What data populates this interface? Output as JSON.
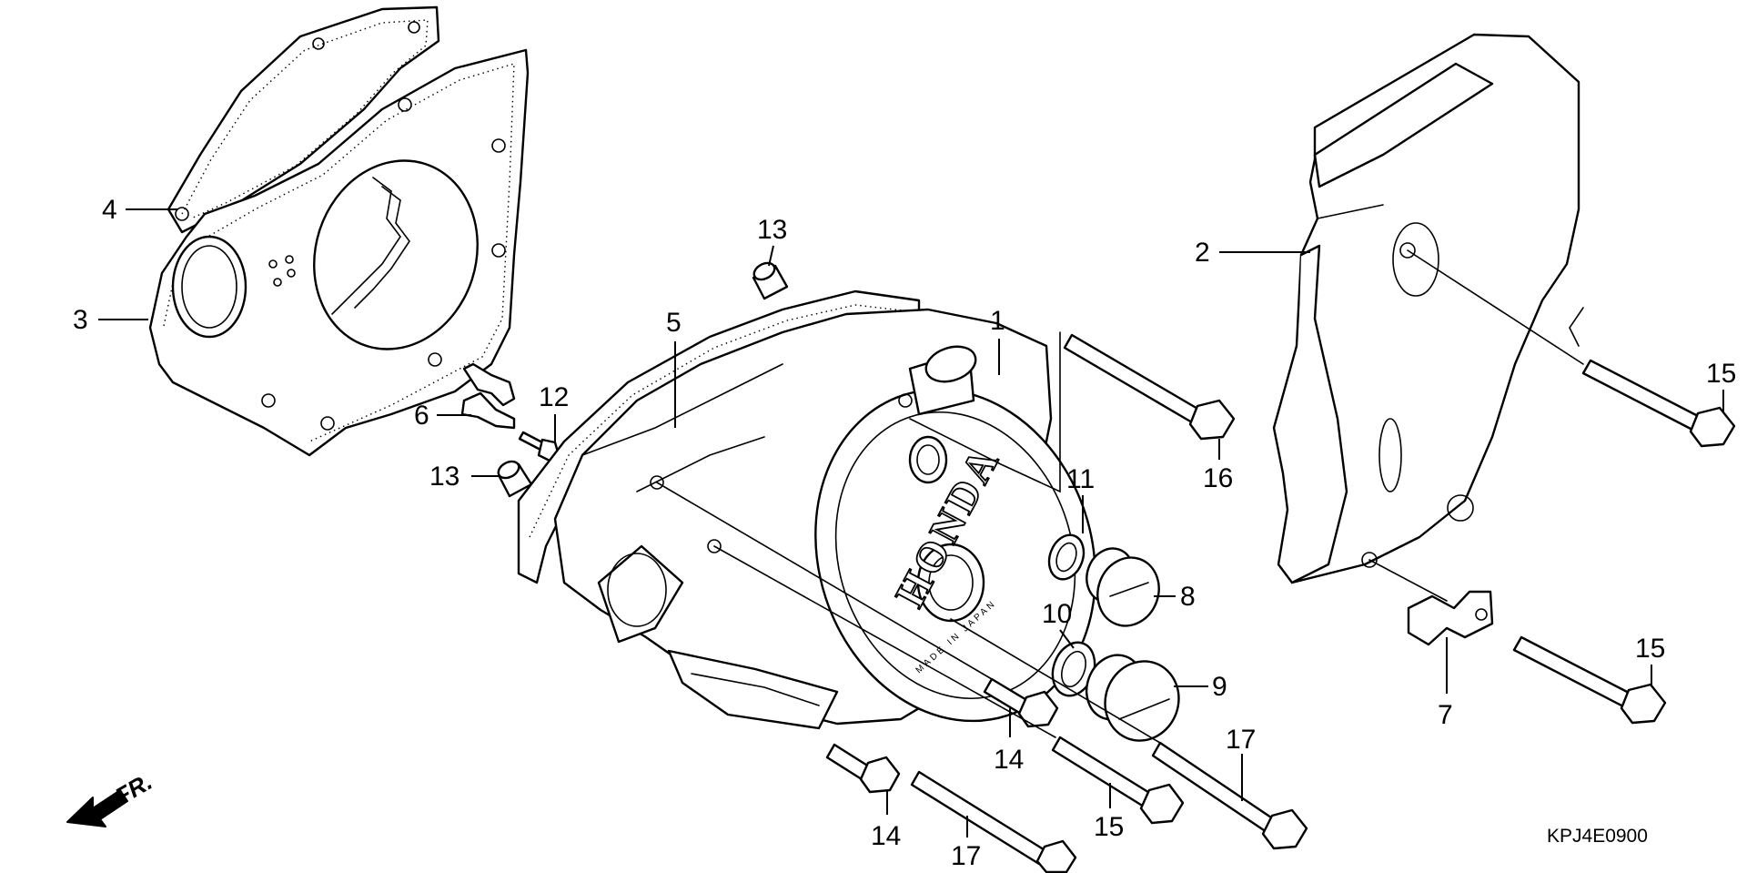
{
  "diagram": {
    "callouts": {
      "c1": "1",
      "c2": "2",
      "c3": "3",
      "c4": "4",
      "c5": "5",
      "c6": "6",
      "c7": "7",
      "c8": "8",
      "c9": "9",
      "c10": "10",
      "c11": "11",
      "c12": "12",
      "c13a": "13",
      "c13b": "13",
      "c14a": "14",
      "c14b": "14",
      "c15a": "15",
      "c15b": "15",
      "c15c": "15",
      "c16": "16",
      "c17a": "17",
      "c17b": "17"
    },
    "cover_engraving": "HONDA",
    "cover_engraving_small": "MADE IN JAPAN",
    "direction_label": "FR.",
    "reference_code": "KPJ4E0900"
  }
}
